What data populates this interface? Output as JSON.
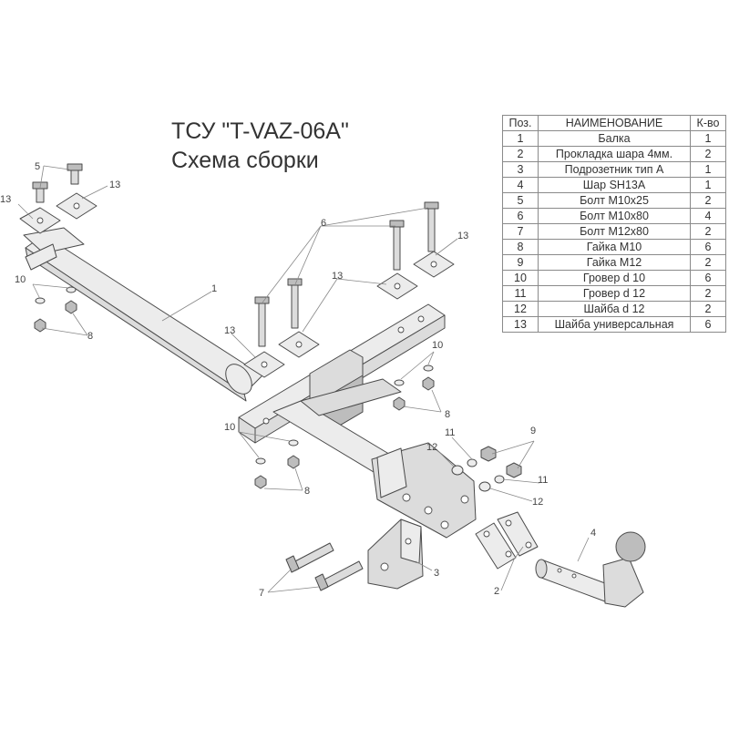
{
  "title": {
    "line1": "ТСУ \"T-VAZ-06A\"",
    "line2": "Схема сборки"
  },
  "table": {
    "headers": [
      "Поз.",
      "НАИМЕНОВАНИЕ",
      "К-во"
    ],
    "rows": [
      [
        "1",
        "Балка",
        "1"
      ],
      [
        "2",
        "Прокладка шара 4мм.",
        "2"
      ],
      [
        "3",
        "Подрозетник тип А",
        "1"
      ],
      [
        "4",
        "Шар SH13A",
        "1"
      ],
      [
        "5",
        "Болт М10х25",
        "2"
      ],
      [
        "6",
        "Болт М10х80",
        "4"
      ],
      [
        "7",
        "Болт М12х80",
        "2"
      ],
      [
        "8",
        "Гайка М10",
        "6"
      ],
      [
        "9",
        "Гайка М12",
        "2"
      ],
      [
        "10",
        "Гровер d 10",
        "6"
      ],
      [
        "11",
        "Гровер d 12",
        "2"
      ],
      [
        "12",
        "Шайба d 12",
        "2"
      ],
      [
        "13",
        "Шайба универсальная",
        "6"
      ]
    ]
  },
  "callouts": {
    "c1": "1",
    "c2": "2",
    "c3": "3",
    "c4": "4",
    "c5": "5",
    "c6": "6",
    "c7": "7",
    "c8a": "8",
    "c8b": "8",
    "c8c": "8",
    "c9": "9",
    "c10a": "10",
    "c10b": "10",
    "c10c": "10",
    "c11a": "11",
    "c11b": "11",
    "c12a": "12",
    "c12b": "12",
    "c13a": "13",
    "c13b": "13",
    "c13c": "13",
    "c13d": "13",
    "c13e": "13"
  }
}
